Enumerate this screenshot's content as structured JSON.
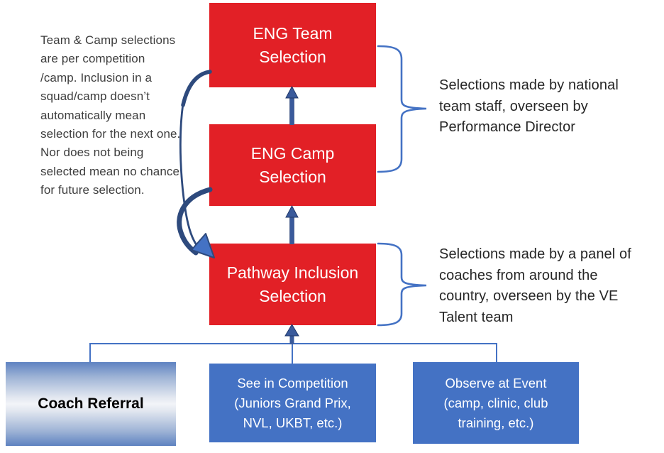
{
  "diagram_title": "ENG selection pathway diagram",
  "colors": {
    "stage_red": "#E22026",
    "accent_blue": "#4472C4",
    "arrow_navy": "#2E4A7D",
    "note_text": "#3D3D3D",
    "annotation_text": "#262626"
  },
  "note": {
    "lines": [
      "Team & Camp selections",
      "are per competition",
      "/camp. Inclusion in a",
      "squad/camp doesn’t",
      "automatically mean",
      "selection for the next one.",
      "Nor does not being",
      "selected mean no chance",
      "for future selection."
    ]
  },
  "stages": {
    "team": {
      "lines": [
        "ENG Team",
        "Selection"
      ]
    },
    "camp": {
      "lines": [
        "ENG Camp",
        "Selection"
      ]
    },
    "pathway": {
      "lines": [
        "Pathway Inclusion",
        "Selection"
      ]
    }
  },
  "annotations": {
    "national": {
      "lines": [
        "Selections made by national",
        "team staff, overseen by",
        "Performance Director"
      ]
    },
    "panel": {
      "lines": [
        "Selections made by a panel of",
        "coaches from around the",
        "country, overseen by the VE",
        "Talent team"
      ]
    }
  },
  "sources": {
    "coach": {
      "lines": [
        "Coach Referral"
      ]
    },
    "competition": {
      "lines": [
        "See in Competition",
        "(Juniors Grand Prix,",
        "NVL, UKBT, etc.)"
      ]
    },
    "event": {
      "lines": [
        "Observe at Event",
        "(camp, clinic, club",
        "training, etc.)"
      ]
    }
  }
}
